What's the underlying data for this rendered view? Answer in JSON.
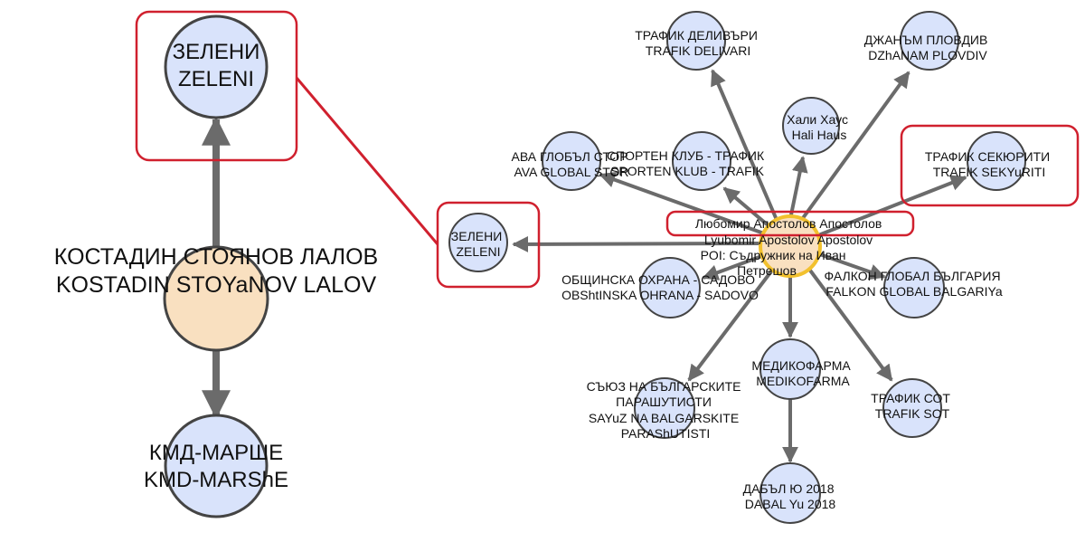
{
  "colors": {
    "node_fill": "#d9e3fb",
    "center_fill": "#f9e0c0",
    "node_stroke": "#444444",
    "edge": "#6b6b6b",
    "highlight": "#d0202e",
    "center_glow": "#f2c12e"
  },
  "left_panel": {
    "top_node": {
      "line1": "ЗЕЛЕНИ",
      "line2": "ZELENI"
    },
    "center_node": {
      "line1": "КОСТАДИН СТОЯНОВ ЛАЛОВ",
      "line2": "KOSTADIN STOYaNOV LALOV"
    },
    "bottom_node": {
      "line1": "КМД-МАРШЕ",
      "line2": "KMD-MARShE"
    }
  },
  "right_panel": {
    "center_label": {
      "line1": "Любомир Апостолов Апостолов",
      "line2": "Lyubomir Apostolov Apostolov",
      "line3": "POI: Съдружник на Иван",
      "line4": "Петрешов"
    },
    "nodes": {
      "trafik_delivari": {
        "line1": "ТРАФИК ДЕЛИВЪРИ",
        "line2": "TRAFIK DELIVARI"
      },
      "dzhanam": {
        "line1": "ДЖАНЪМ ПЛОВДИВ",
        "line2": "DZhANAM PLOVDIV"
      },
      "hali_haus": {
        "line1": "Хали Хаус",
        "line2": "Hali Haus"
      },
      "ava_global": {
        "line1": "АВА ГЛОБЪЛ СТОР",
        "line2": "AVA GLOBAL STOR"
      },
      "sporten_klub": {
        "line1": "СПОРТЕН КЛУБ - ТРАФИК",
        "line2": "SPORTEN KLUB - TRAFIK"
      },
      "trafik_sekyuriti": {
        "line1": "ТРАФИК СЕКЮРИТИ",
        "line2": "TRAFIK SEKYuRITI"
      },
      "zeleni": {
        "line1": "ЗЕЛЕНИ",
        "line2": "ZELENI"
      },
      "obshtinska": {
        "line1": "ОБЩИНСКА ОХРАНА - САДОВО",
        "line2": "OBShtINSKA OHRANA - SADOVO"
      },
      "falkon": {
        "line1": "ФАЛКОН ГЛОБАЛ БЪЛГАРИЯ",
        "line2": "FALKON GLOBAL BALGARIYa"
      },
      "medikofarma": {
        "line1": "МЕДИКОФАРМА",
        "line2": "MEDIKOFARMA"
      },
      "sayuz": {
        "line1": "СЪЮЗ НА БЪЛГАРСКИТЕ",
        "line2": "ПАРАШУТИСТИ",
        "line3": "SAYuZ NA BALGARSKITE",
        "line4": "PARAShUTISTI"
      },
      "trafik_sot": {
        "line1": "ТРАФИК СОТ",
        "line2": "TRAFIK SOT"
      },
      "dabal": {
        "line1": "ДАБЪЛ Ю 2018",
        "line2": "DABAL Yu 2018"
      }
    }
  }
}
